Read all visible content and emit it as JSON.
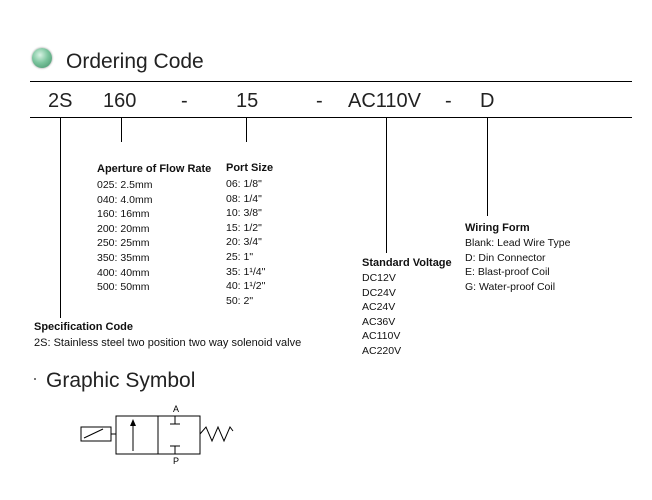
{
  "heading": "Ordering Code",
  "code": {
    "series": "2S",
    "aperture": "160",
    "sep1": "-",
    "port": "15",
    "sep2": "-",
    "voltage": "AC110V",
    "sep3": "-",
    "wiring": "D"
  },
  "aperture": {
    "title": "Aperture of Flow Rate",
    "items": [
      "025: 2.5mm",
      "040: 4.0mm",
      "160: 16mm",
      "200: 20mm",
      "250: 25mm",
      "350: 35mm",
      "400: 40mm",
      "500: 50mm"
    ]
  },
  "port": {
    "title": "Port Size",
    "items": [
      "06: 1/8\"",
      "08: 1/4\"",
      "10: 3/8\"",
      "15: 1/2\"",
      "20: 3/4\"",
      "25: 1\"",
      "35: 1¹/4\"",
      "40: 1¹/2\"",
      "50: 2\""
    ]
  },
  "voltage": {
    "title": "Standard  Voltage",
    "items": [
      "DC12V",
      "DC24V",
      "AC24V",
      "AC36V",
      "AC110V",
      "AC220V"
    ]
  },
  "wiring": {
    "title": "Wiring Form",
    "items": [
      "Blank: Lead Wire Type",
      "D: Din Connector",
      "E: Blast-proof Coil",
      "G: Water-proof Coil"
    ]
  },
  "spec": {
    "title": "Specification Code",
    "text": "2S: Stainless steel  two position two way solenoid valve"
  },
  "symbol": {
    "title": "Graphic Symbol",
    "port_a": "A",
    "port_p": "P"
  },
  "colors": {
    "bullet": "#5fae86",
    "line": "#000000"
  }
}
